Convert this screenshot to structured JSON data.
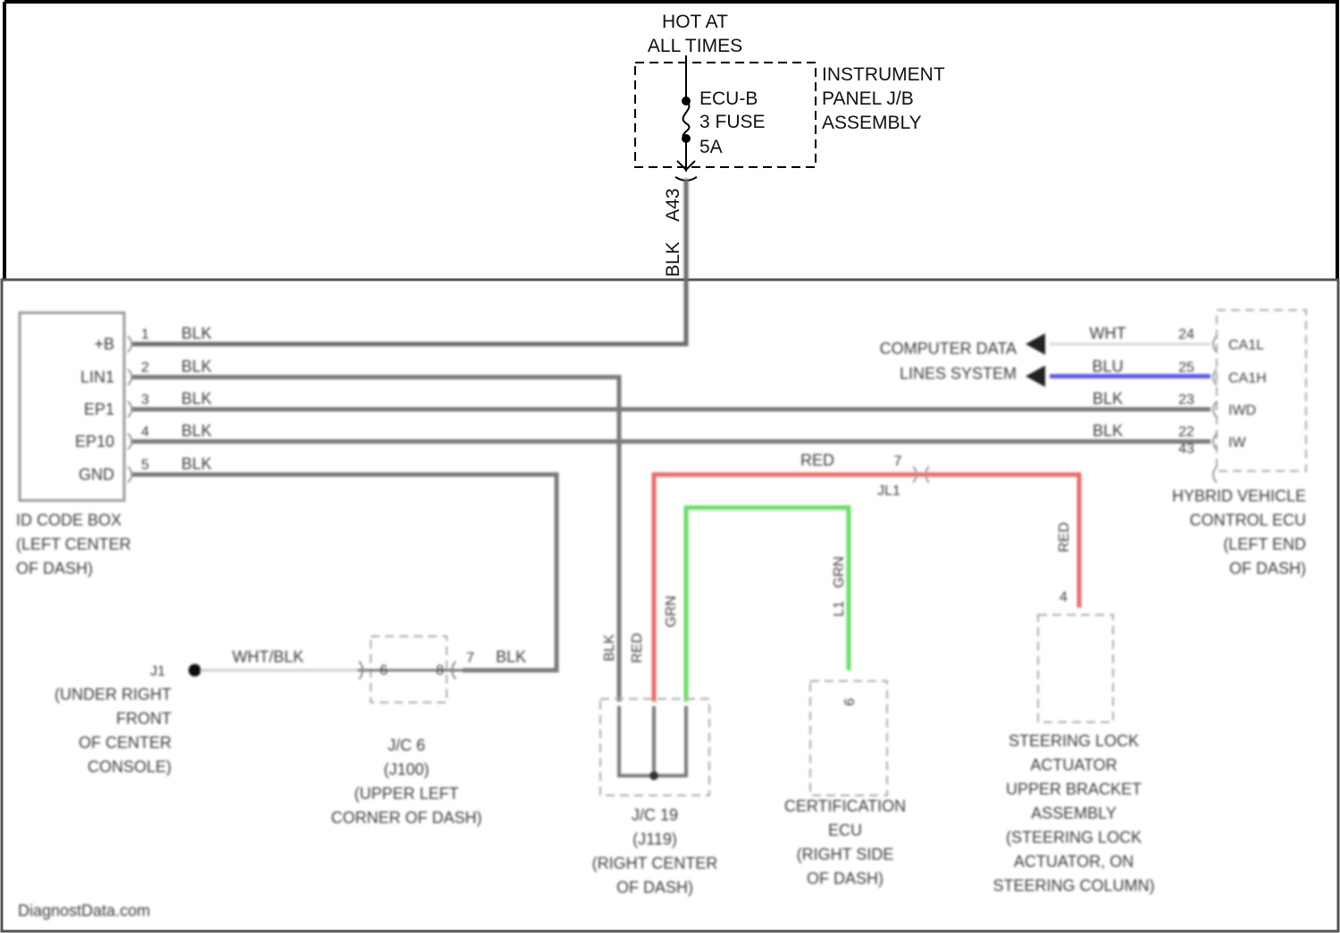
{
  "fuse": {
    "hot_line1": "HOT AT",
    "hot_line2": "ALL TIMES",
    "name": "ECU-B",
    "number": "3 FUSE",
    "rating": "5A",
    "jb_line1": "INSTRUMENT",
    "jb_line2": "PANEL J/B",
    "jb_line3": "ASSEMBLY",
    "connector": "A43",
    "wire_color": "BLK"
  },
  "dlc": {
    "pins": [
      {
        "num": "1",
        "name": "+B",
        "color": "BLK"
      },
      {
        "num": "2",
        "name": "LIN1",
        "color": "BLK"
      },
      {
        "num": "3",
        "name": "EP1",
        "color": "BLK"
      },
      {
        "num": "4",
        "name": "EP10",
        "color": "BLK"
      },
      {
        "num": "5",
        "name": "GND",
        "color": "BLK"
      }
    ],
    "label": [
      "ID CODE BOX",
      "(LEFT CENTER",
      "OF DASH)"
    ]
  },
  "hv_ecu": {
    "pins": [
      {
        "num": "24",
        "name": "CA1L",
        "color": "WHT"
      },
      {
        "num": "25",
        "name": "CA1H",
        "color": "BLU"
      },
      {
        "num": "23",
        "name": "IWD",
        "color": "BLK"
      },
      {
        "num": "22",
        "name": "IW",
        "color": "BLK"
      },
      {
        "num": "43",
        "name": "",
        "color": ""
      }
    ],
    "label": [
      "HYBRID VEHICLE",
      "CONTROL ECU",
      "(LEFT END",
      "OF DASH)"
    ],
    "data_line1": "COMPUTER DATA",
    "data_line2": "LINES SYSTEM"
  },
  "red_wire": {
    "color": "RED",
    "pin": "7",
    "connector": "JL1"
  },
  "ground": {
    "id": "J1",
    "label": [
      "(UNDER RIGHT",
      "FRONT",
      "OF CENTER",
      "CONSOLE)"
    ],
    "wire": "WHT/BLK"
  },
  "jc6": {
    "pin_left": "6",
    "pin_right": "8",
    "pin_out": "7",
    "wire": "BLK",
    "label": [
      "J/C 6",
      "(J100)",
      "(UPPER LEFT",
      "CORNER OF DASH)"
    ]
  },
  "jc19": {
    "wire1": "BLK",
    "wire2": "RED",
    "wire3": "GRN",
    "label": [
      "J/C 19",
      "(J119)",
      "(RIGHT CENTER",
      "OF DASH)"
    ]
  },
  "cert_ecu": {
    "wire": "GRN",
    "conn": "L1",
    "pin": "6",
    "label": [
      "CERTIFICATION",
      "ECU",
      "(RIGHT SIDE",
      "OF DASH)"
    ]
  },
  "steering": {
    "wire": "RED",
    "pin": "4",
    "label": [
      "STEERING LOCK",
      "ACTUATOR",
      "UPPER BRACKET",
      "ASSEMBLY",
      "(STEERING LOCK",
      "ACTUATOR, ON",
      "STEERING COLUMN)"
    ]
  },
  "watermark": "DiagnostData.com",
  "colors": {
    "wire_gray": "#7a7a7a",
    "wire_red": "#f06a6a",
    "wire_green": "#66e066",
    "wire_blue": "#5a5af0",
    "outline": "#000000"
  }
}
